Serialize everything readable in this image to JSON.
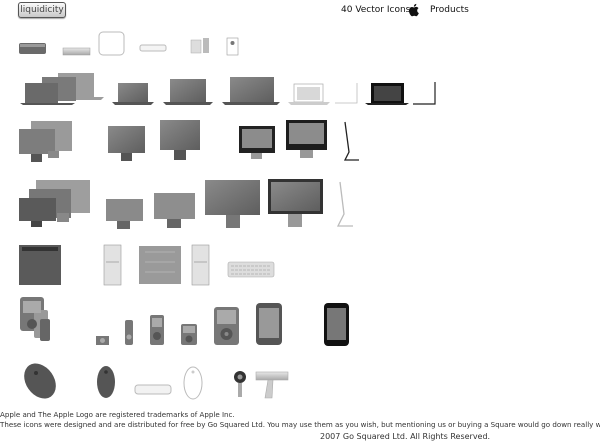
{
  "header": {
    "logo_text": "liquidicity",
    "title_left": "40 Vector Icons",
    "title_right": "Products"
  },
  "footer": {
    "trademark": "Apple and The Apple Logo are registered trademarks of Apple Inc.",
    "distribution": "These icons were designed and are distributed for free by Go Squared Ltd. You may use them as you wish, but mentioning us or buying a Square would go down really well.",
    "copyright": "2007 Go Squared Ltd. All Rights Reserved."
  },
  "icon_rows": [
    [
      "mac-mini-icon",
      "airport-express-flat-icon",
      "blank-square-icon",
      "keyboard-small-icon",
      "ipod-shuffle-icon",
      "apple-tv-small-icon"
    ],
    [
      "macbook-stack-icon",
      "macbook-icon",
      "macbook-pro-icon",
      "macbook-pro-17-icon",
      "macbook-white-icon",
      "macbook-black-icon",
      "macbook-open-side-icon"
    ],
    [
      "cinema-display-stack-icon",
      "imac-g4-icon",
      "imac-small-icon",
      "imac-black-icon",
      "imac-icon",
      "imac-side-icon"
    ],
    [
      "display-stack-icon",
      "display-small-icon",
      "display-medium-icon",
      "cinema-display-icon",
      "cinema-display-large-icon",
      "cinema-display-side-icon"
    ],
    [
      "mac-pro-icon",
      "mac-pro-front-icon",
      "xserve-raid-icon",
      "mac-pro-side-icon",
      "keyboard-icon"
    ],
    [
      "ipod-stack-icon",
      "ipod-shuffle-small-icon",
      "ipod-nano-icon",
      "ipod-nano-3g-icon",
      "ipod-video-small-icon",
      "ipod-classic-icon",
      "ipod-touch-icon",
      "iphone-icon"
    ],
    [
      "mighty-mouse-icon",
      "mouse-icon",
      "wireless-keyboard-icon",
      "mighty-mouse-white-icon",
      "isight-icon",
      "airport-base-icon"
    ]
  ],
  "colors": {
    "body_gray": "#7a7a7a",
    "dark_gray": "#4a4a4a",
    "light_gray": "#c8c8c8",
    "black": "#111111"
  }
}
